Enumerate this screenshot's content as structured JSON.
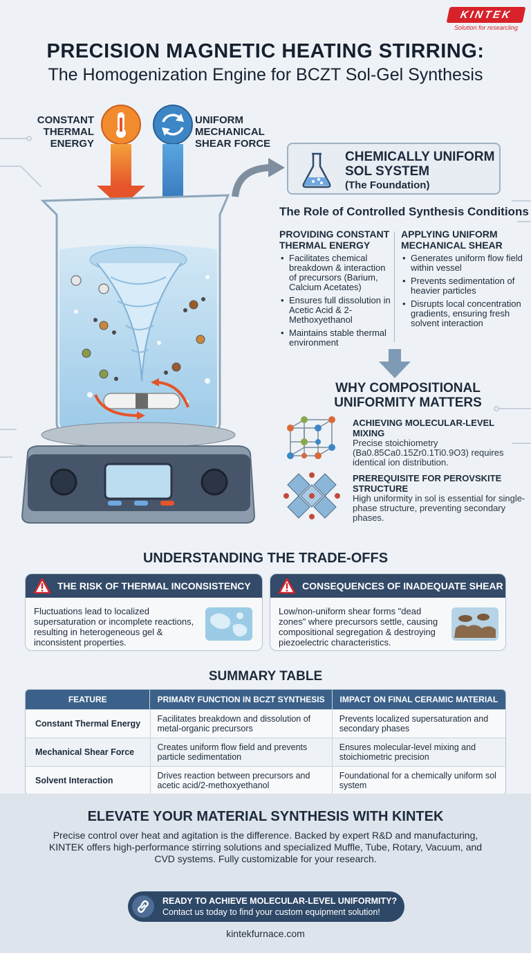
{
  "brand": {
    "name": "KINTEK",
    "tagline": "Solution for researcling"
  },
  "header": {
    "title": "PRECISION MAGNETIC HEATING STIRRING:",
    "subtitle": "The Homogenization Engine for BCZT Sol-Gel Synthesis"
  },
  "inputs": {
    "thermal_label": "CONSTANT THERMAL ENERGY",
    "shear_label": "UNIFORM MECHANICAL SHEAR FORCE"
  },
  "foundation": {
    "title": "CHEMICALLY UNIFORM SOL SYSTEM",
    "subtitle": "(The Foundation)"
  },
  "role": {
    "title": "The Role of Controlled Synthesis Conditions",
    "thermal": {
      "heading": "PROVIDING CONSTANT THERMAL ENERGY",
      "points": [
        "Facilitates chemical breakdown & interaction of precursors (Barium, Calcium Acetates)",
        "Ensures full dissolution in Acetic Acid & 2-Methoxyethanol",
        "Maintains stable thermal environment"
      ]
    },
    "shear": {
      "heading": "APPLYING UNIFORM MECHANICAL SHEAR",
      "points": [
        "Generates uniform flow field within vessel",
        "Prevents sedimentation of heavier particles",
        "Disrupts local concentration gradients, ensuring fresh solvent interaction"
      ]
    }
  },
  "why": {
    "title": "WHY COMPOSITIONAL UNIFORMITY MATTERS",
    "items": [
      {
        "title": "ACHIEVING MOLECULAR-LEVEL MIXING",
        "desc": "Precise stoichiometry (Ba0.85Ca0.15Zr0.1Ti0.9O3) requires identical ion distribution."
      },
      {
        "title": "PREREQUISITE FOR PEROVSKITE STRUCTURE",
        "desc": "High uniformity in sol is essential for single-phase structure, preventing secondary phases."
      }
    ]
  },
  "tradeoffs": {
    "title": "UNDERSTANDING THE TRADE-OFFS",
    "cards": [
      {
        "title": "THE RISK OF THERMAL INCONSISTENCY",
        "body": "Fluctuations lead to localized supersaturation or incomplete reactions, resulting in heterogeneous gel & inconsistent properties."
      },
      {
        "title": "CONSEQUENCES OF INADEQUATE SHEAR",
        "body": "Low/non-uniform shear forms \"dead zones\" where precursors settle, causing compositional segregation & destroying piezoelectric characteristics."
      }
    ]
  },
  "summary": {
    "title": "SUMMARY TABLE",
    "headers": [
      "FEATURE",
      "PRIMARY FUNCTION IN BCZT SYNTHESIS",
      "IMPACT ON FINAL CERAMIC MATERIAL"
    ],
    "rows": [
      [
        "Constant Thermal Energy",
        "Facilitates breakdown and dissolution of metal-organic precursors",
        "Prevents localized supersaturation and secondary phases"
      ],
      [
        "Mechanical Shear Force",
        "Creates uniform flow field and prevents particle sedimentation",
        "Ensures molecular-level mixing and stoichiometric precision"
      ],
      [
        "Solvent Interaction",
        "Drives reaction between precursors and acetic acid/2-methoxyethanol",
        "Foundational for a chemically uniform sol system"
      ]
    ]
  },
  "cta": {
    "title": "ELEVATE YOUR MATERIAL SYNTHESIS WITH KINTEK",
    "text": "Precise control over heat and agitation is the difference. Backed by expert R&D and manufacturing, KINTEK offers high-performance stirring solutions and specialized Muffle, Tube, Rotary, Vacuum, and CVD systems. Fully customizable for your research.",
    "button_line1": "READY TO ACHIEVE MOLECULAR-LEVEL UNIFORMITY?",
    "button_line2": "Contact us today to find your custom equipment solution!",
    "url": "kintekfurnace.com"
  },
  "colors": {
    "navy": "#334a68",
    "table_header": "#3b6089",
    "accent_red": "#d8222a",
    "thermal_orange": "#f07a28",
    "shear_blue": "#3d86c6"
  },
  "icons": [
    "thermometer-icon",
    "rotate-icon",
    "flask-icon",
    "warning-icon",
    "link-icon",
    "arrow-icon"
  ]
}
